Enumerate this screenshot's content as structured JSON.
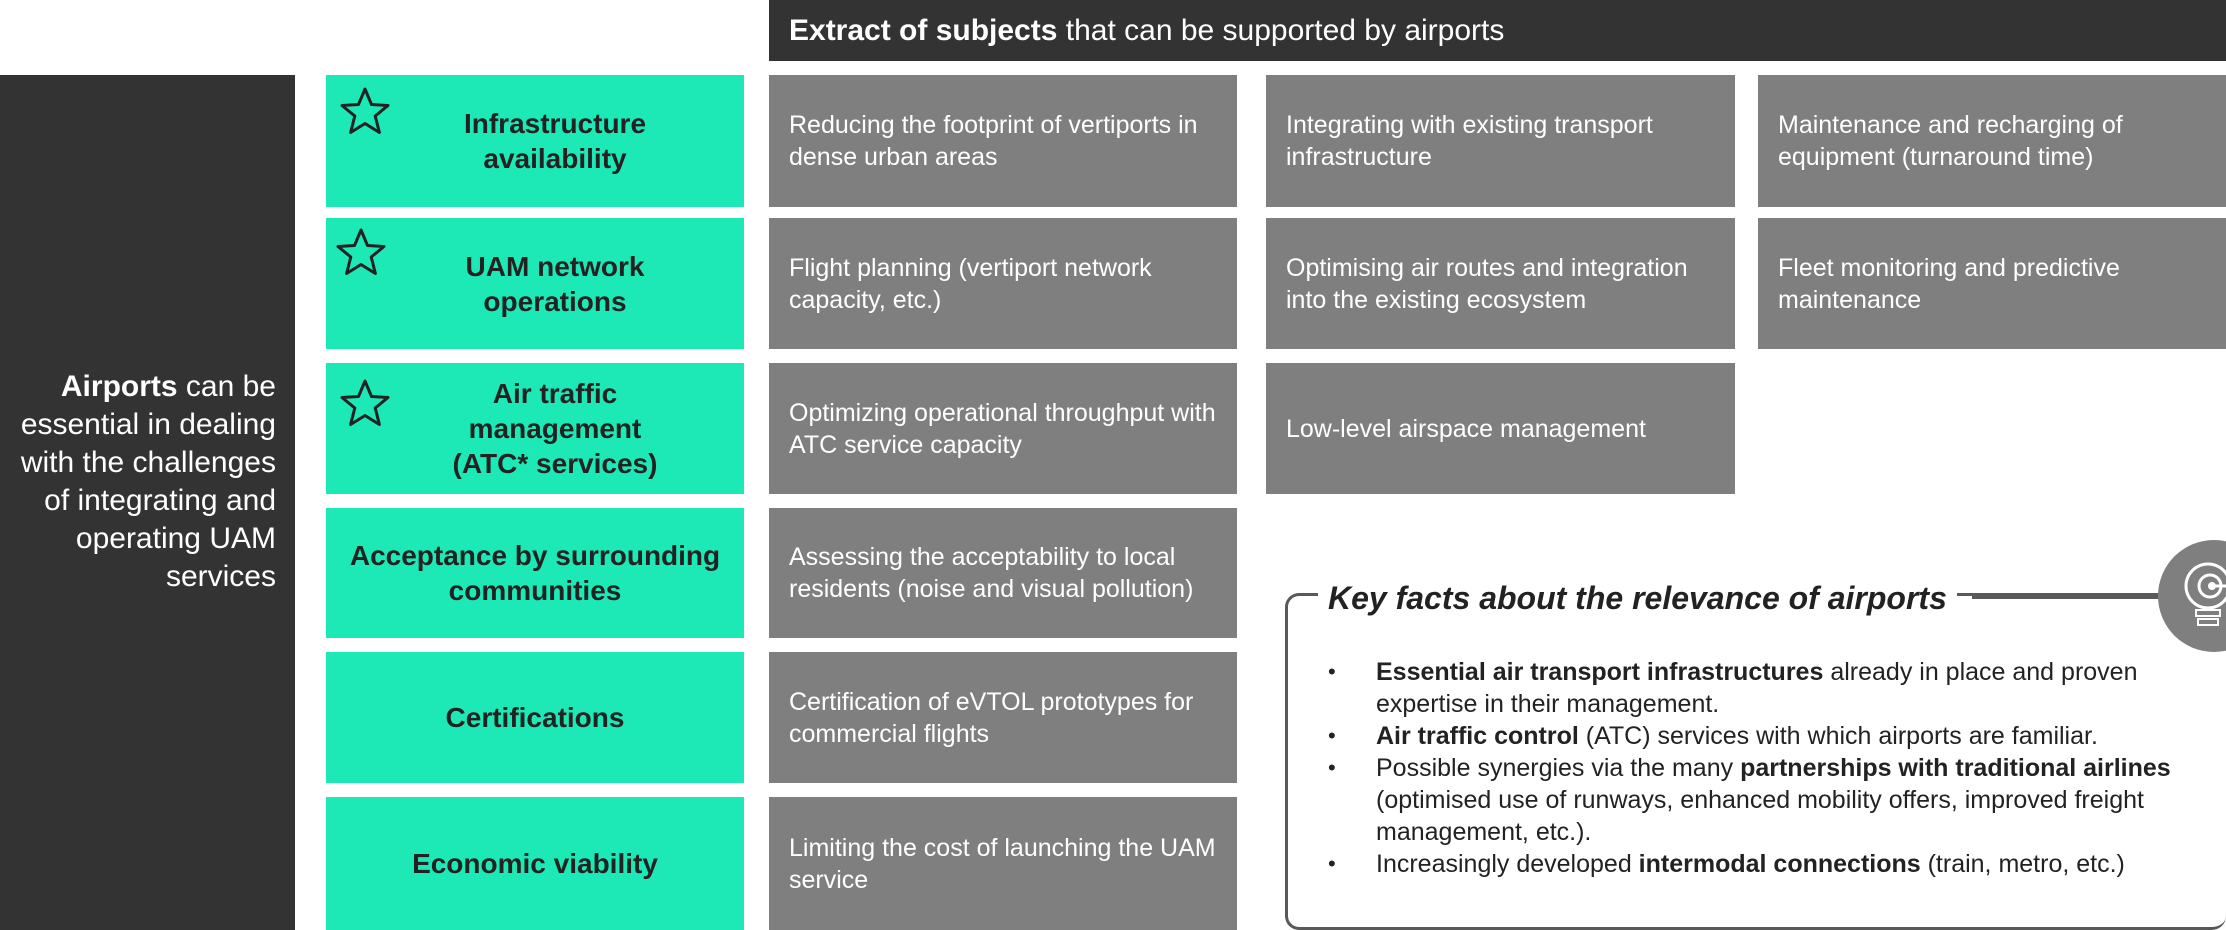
{
  "header": {
    "title_bold": "Extract of subjects",
    "title_rest": " that can be supported by airports"
  },
  "side_panel": {
    "bold": "Airports",
    "rest": " can be essential in dealing with the challenges of integrating and operating UAM services"
  },
  "categories": [
    {
      "label": "Infrastructure availability",
      "starred": true,
      "icon": "star-outline-icon"
    },
    {
      "label": "UAM network operations",
      "starred": true,
      "icon": "star-outline-icon"
    },
    {
      "label": "Air traffic management (ATC* services)",
      "starred": true,
      "icon": "star-outline-icon"
    },
    {
      "label": "Acceptance by surrounding communities",
      "starred": false
    },
    {
      "label": "Certifications",
      "starred": false
    },
    {
      "label": "Economic viability",
      "starred": false
    }
  ],
  "subjects": {
    "row1": [
      "Reducing the footprint of vertiports in dense urban areas",
      "Integrating with existing transport infrastructure",
      "Maintenance and recharging of equipment (turnaround time)"
    ],
    "row2": [
      "Flight planning (vertiport network capacity, etc.)",
      "Optimising air routes and integration into the existing ecosystem",
      "Fleet monitoring and predictive maintenance"
    ],
    "row3": [
      "Optimizing operational throughput with ATC service capacity",
      "Low-level airspace management"
    ],
    "row4": [
      "Assessing the acceptability to local residents (noise and visual pollution)"
    ],
    "row5": [
      "Certification of eVTOL prototypes for commercial flights"
    ],
    "row6": [
      "Limiting the cost of launching the UAM service"
    ]
  },
  "key_facts": {
    "title": "Key facts about the relevance of airports",
    "icon": "lightbulb-icon",
    "bullets": [
      {
        "bold": "Essential air transport infrastructures",
        "rest": " already in place and proven expertise in their management."
      },
      {
        "bold": "Air traffic control",
        "rest": " (ATC) services with which airports are familiar."
      },
      {
        "pre": "Possible synergies via the many ",
        "bold": "partnerships with traditional airlines",
        "rest": " (optimised use of runways, enhanced mobility offers, improved freight management, etc.)."
      },
      {
        "pre": "Increasingly developed ",
        "bold": "intermodal connections",
        "rest": " (train, metro, etc.)"
      }
    ]
  },
  "colors": {
    "dark": "#333333",
    "accent_green": "#1de9b6",
    "grey_box": "#7f7f7f"
  }
}
